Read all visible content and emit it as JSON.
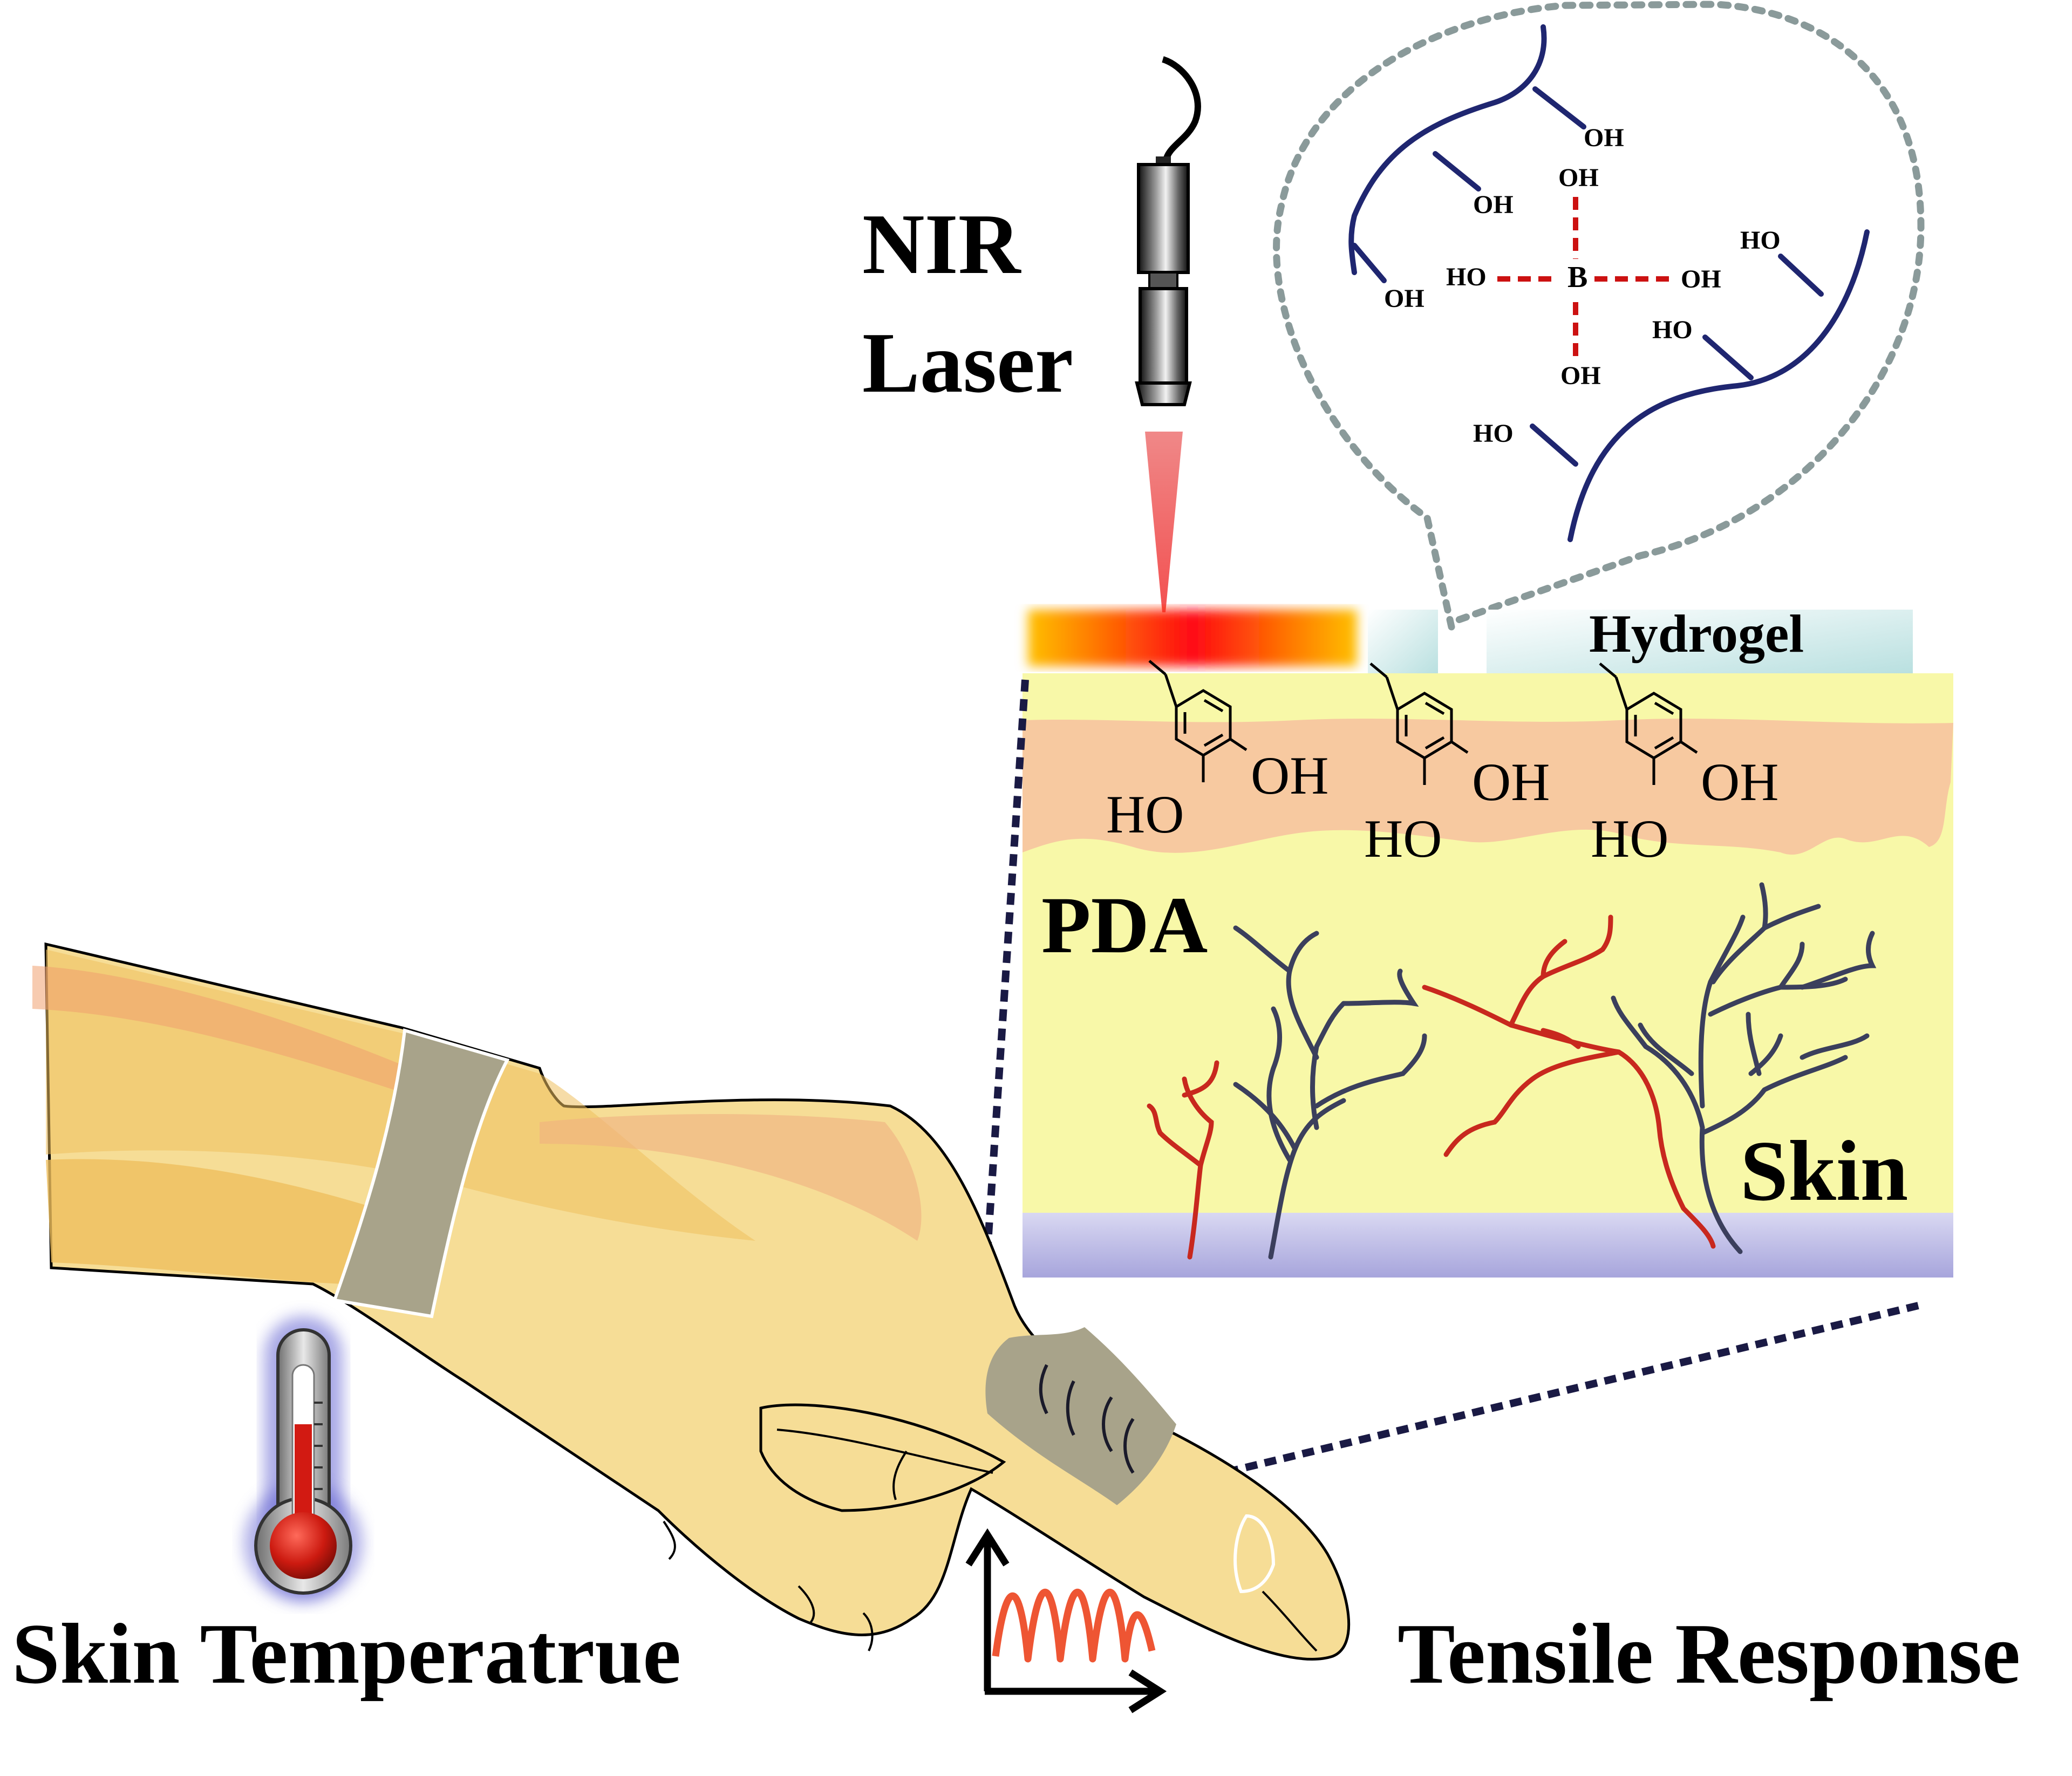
{
  "labels": {
    "nir_line1": "NIR",
    "nir_line2": "Laser",
    "hydrogel": "Hydrogel",
    "pda": "PDA",
    "skin": "Skin",
    "skin_temperature": "Skin Temperatrue",
    "tensile_response": "Tensile Response"
  },
  "borate_network": {
    "center_atom": "B",
    "hydroxyl": "OH",
    "hydroxyl_rev": "HO"
  },
  "catechol": {
    "oh": "OH",
    "ho": "HO"
  },
  "icons": [
    "nir-laser-icon",
    "thermometer-icon",
    "hand-illustration",
    "signal-waveform-icon"
  ],
  "colors": {
    "skin_layer": "#f8f8a8",
    "pda_band": "#f7c9a0",
    "dermis_base": "#c8c6ec",
    "vessel_blue": "#3b3f5c",
    "vessel_red": "#c8281e",
    "polymer_chain": "#1f2670",
    "bond_dashed": "#cc1111",
    "bubble_outline": "#8a9a9a",
    "hand_skin": "#f6dd96",
    "hand_shadow": "#efbf5e",
    "band_gray": "#a8a38a",
    "signal_red": "#ee5533"
  }
}
